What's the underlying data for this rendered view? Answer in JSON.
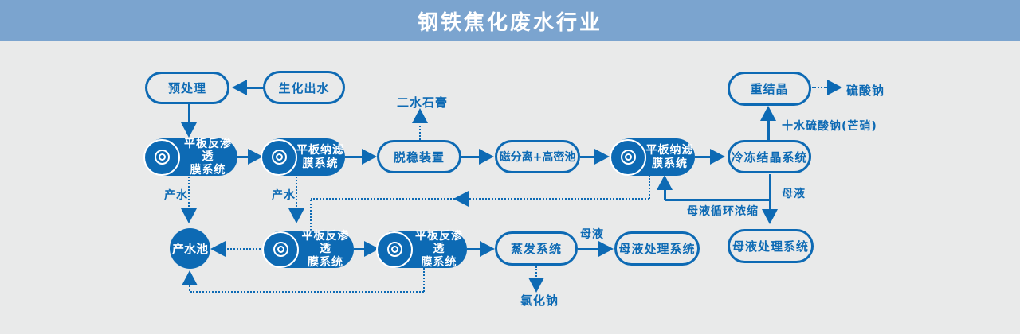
{
  "header": {
    "title": "钢铁焦化废水行业"
  },
  "colors": {
    "banner_bg": "#7ba4cf",
    "flow_blue": "#0d6ab4",
    "page_bg": "#e9eaea",
    "node_text_on_blue": "#ffffff"
  },
  "icons": {
    "membrane_disc": "double concentric circles ◎ on blue disc"
  },
  "nodes": {
    "pretreatment": {
      "label": "预处理"
    },
    "bio_effluent": {
      "label": "生化出水"
    },
    "recrystallization": {
      "label": "重结晶"
    },
    "ro_top": {
      "line1": "平板反渗透",
      "line2": "膜系统"
    },
    "nf_top": {
      "line1": "平板纳滤",
      "line2": "膜系统"
    },
    "destabilizer": {
      "label": "脱稳装置"
    },
    "magnetic_separation": {
      "label": "磁分离+高密池"
    },
    "nf_right": {
      "line1": "平板纳滤",
      "line2": "膜系统"
    },
    "freeze_crystallization": {
      "label": "冷冻结晶系统"
    },
    "product_water_pool": {
      "label": "产水池"
    },
    "ro_bottom_1": {
      "line1": "平板反渗透",
      "line2": "膜系统"
    },
    "ro_bottom_2": {
      "line1": "平板反渗透",
      "line2": "膜系统"
    },
    "evaporation": {
      "label": "蒸发系统"
    },
    "ml_treatment_bottom": {
      "label": "母液处理系统"
    },
    "ml_treatment_right": {
      "label": "母液处理系统"
    }
  },
  "labels": {
    "gypsum": "二水石膏",
    "sodium_sulfate": "硫酸钠",
    "glauber_salt": "十水硫酸钠(芒硝)",
    "mother_liquor_right": "母液",
    "mother_liquor_recycle": "母液循环浓缩",
    "product_water_left": "产水",
    "product_water_mid": "产水",
    "mother_liquor_bottom": "母液",
    "sodium_chloride": "氯化钠"
  }
}
